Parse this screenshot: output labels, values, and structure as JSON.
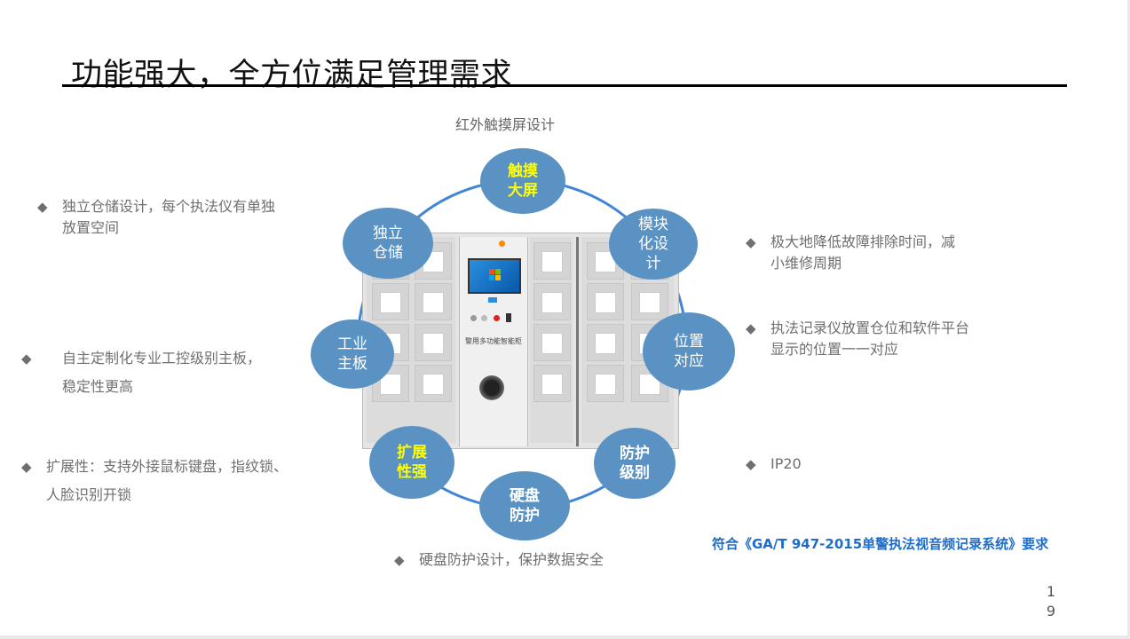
{
  "slide": {
    "title": "功能强大，全方位满足管理需求",
    "caption_top": "红外触摸屏设计",
    "caption_bottom": "硬盘防护设计，保护数据安全",
    "compliance": "符合《GA/T 947-2015单警执法视音频记录系统》要求",
    "page_number": [
      "1",
      "9"
    ]
  },
  "bullet_marker": "◆",
  "bullets_left": [
    {
      "lines": [
        "独立仓储设计，每个执法仪有单独",
        "放置空间"
      ]
    },
    {
      "lines": [
        "自主定制化专业工控级别主板，",
        "稳定性更高"
      ]
    },
    {
      "lines": [
        "扩展性：支持外接鼠标键盘，指纹锁、",
        "人脸识别开锁"
      ]
    }
  ],
  "bullets_right": [
    {
      "lines": [
        "极大地降低故障排除时间，减",
        "小维修周期"
      ]
    },
    {
      "lines": [
        "执法记录仪放置仓位和软件平台",
        "显示的位置一一对应"
      ]
    },
    {
      "lines": [
        "IP20"
      ]
    }
  ],
  "nodes": [
    {
      "lines": [
        "触摸",
        "大屏"
      ],
      "highlight": true
    },
    {
      "lines": [
        "模块",
        "化设",
        "计"
      ],
      "highlight": false
    },
    {
      "lines": [
        "位置",
        "对应"
      ],
      "highlight": false
    },
    {
      "lines": [
        "防护",
        "级别"
      ],
      "highlight": false
    },
    {
      "lines": [
        "硬盘",
        "防护"
      ],
      "highlight": false
    },
    {
      "lines": [
        "扩展",
        "性强"
      ],
      "highlight": true
    },
    {
      "lines": [
        "工业",
        "主板"
      ],
      "highlight": false
    },
    {
      "lines": [
        "独立",
        "仓储"
      ],
      "highlight": false
    }
  ],
  "cabinet": {
    "label": "警用多功能智能柜"
  },
  "colors": {
    "node_fill": "#5b92c4",
    "ring_stroke": "#3f86d6",
    "highlight_text": "#ffff00",
    "compliance_text": "#1f6dc6",
    "bullet_text": "#6f6f6f"
  }
}
